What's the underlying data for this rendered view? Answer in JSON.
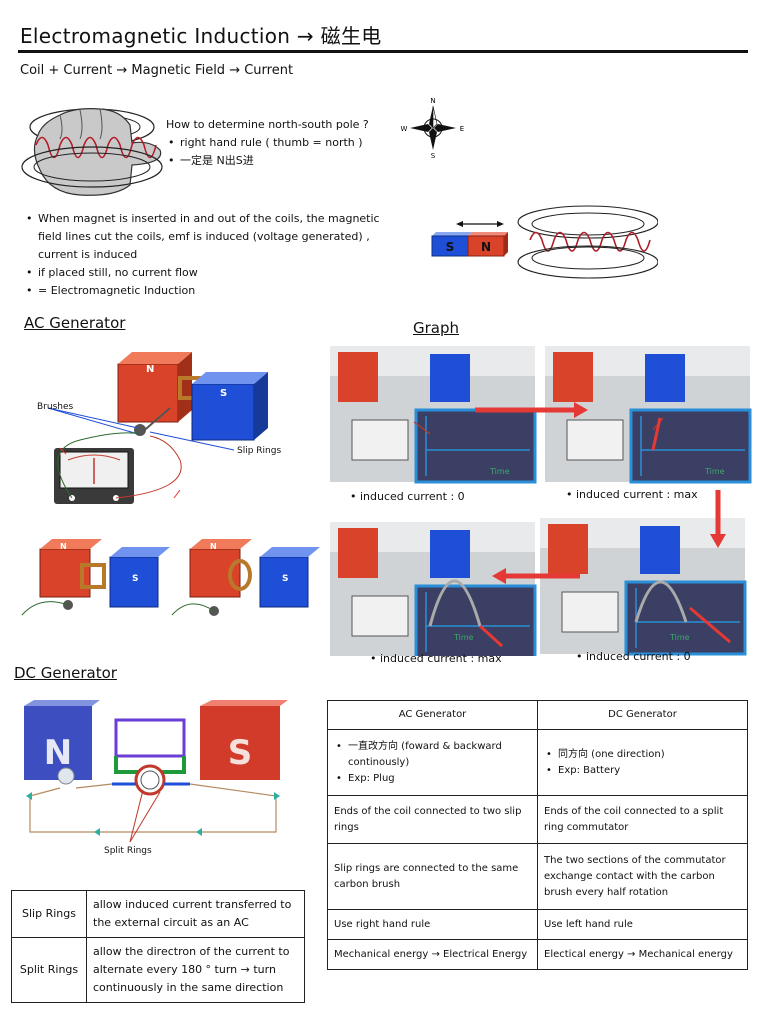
{
  "title": "Electromagnetic Induction → 磁生电",
  "subtitle": "Coil + Current → Magnetic Field → Current",
  "pole": {
    "question": "How to determine north-south pole ?",
    "bullets": [
      "right hand rule ( thumb = north )",
      "一定是 N出S进"
    ]
  },
  "compass": {
    "n": "N",
    "s": "S",
    "e": "E",
    "w": "W"
  },
  "magnet": {
    "s": "S",
    "n": "N"
  },
  "induction_bullets": [
    "When magnet is inserted in and out of the coils, the magnetic field lines cut the coils, emf is induced (voltage generated) , current is induced",
    "if placed still, no current flow",
    "= Electromagnetic Induction"
  ],
  "ac_generator": {
    "heading": "AC Generator",
    "brushes": "Brushes",
    "slip_rings": "Slip Rings",
    "pole_n": "N",
    "pole_s": "S"
  },
  "graph": {
    "heading": "Graph",
    "captions": [
      "induced current : 0",
      "induced current : max",
      "induced current : max",
      "induced current : 0"
    ],
    "axis_label": "Time"
  },
  "dc_generator": {
    "heading": "DC Generator",
    "split_rings": "Split Rings",
    "pole_n": "N",
    "pole_s": "S"
  },
  "compare_table": {
    "headers": [
      "AC Generator",
      "DC Generator"
    ],
    "rows": [
      {
        "ac": [
          "一直改方向 (foward & backward continously)",
          "Exp: Plug"
        ],
        "dc": [
          "同方向 (one direction)",
          "Exp: Battery"
        ]
      },
      {
        "ac": "Ends of the coil connected to two slip rings",
        "dc": "Ends of the coil connected to a split ring commutator"
      },
      {
        "ac": "Slip rings are connected to the same carbon brush",
        "dc": "The two sections of the commutator exchange contact with the carbon brush every half rotation"
      },
      {
        "ac": "Use right hand rule",
        "dc": "Use left hand rule"
      },
      {
        "ac": "Mechanical energy → Electrical Energy",
        "dc": "Electical energy → Mechanical energy"
      }
    ]
  },
  "definitions": [
    {
      "term": "Slip Rings",
      "desc": "allow induced current transferred to the external circuit as an AC"
    },
    {
      "term": "Split Rings",
      "desc": "allow the directron of the current to alternate every 180 ° turn → turn continuously in the same direction"
    }
  ],
  "colors": {
    "coil": "#b01e2a",
    "magnet_red": "#d9432a",
    "magnet_blue": "#1f4fd6",
    "arrow": "#e53935"
  }
}
